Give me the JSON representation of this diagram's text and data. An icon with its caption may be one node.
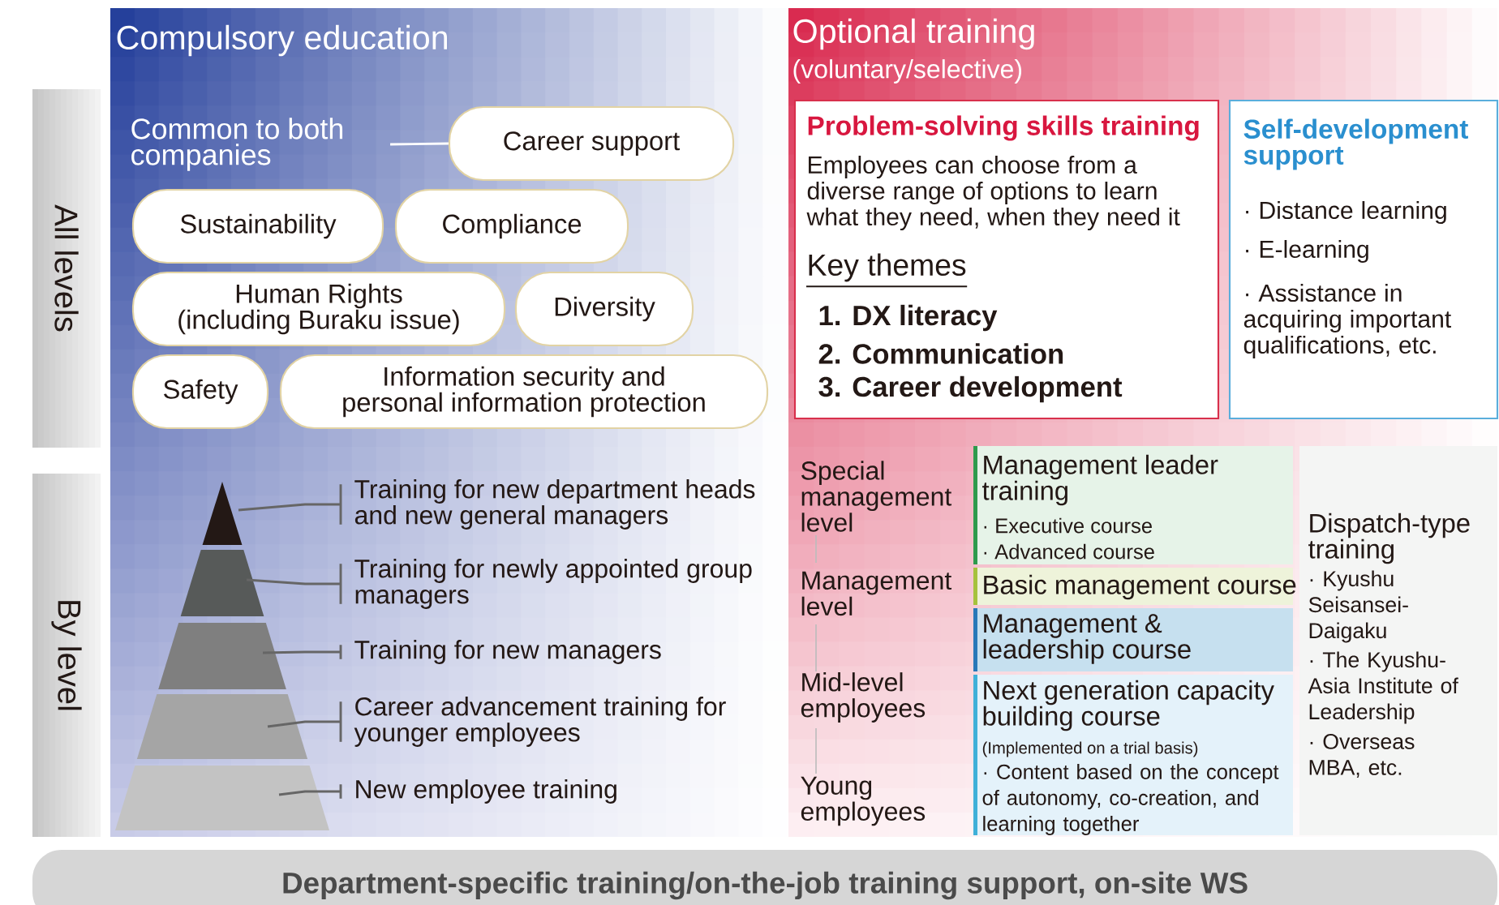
{
  "diagram": {
    "nodes": [
      {
        "text": [
          "All levels"
        ]
      },
      {
        "text": [
          "By level"
        ]
      },
      {
        "text": [
          "Compulsory education"
        ]
      },
      {
        "text": [
          "Common to both companies"
        ],
        "in": 2
      },
      {
        "text": [
          "Career support"
        ],
        "in": 2
      },
      {
        "text": [
          "Sustainability"
        ],
        "in": 2
      },
      {
        "text": [
          "Compliance"
        ],
        "in": 2
      },
      {
        "text": [
          "Human Rights (including Buraku issue)"
        ],
        "in": 2
      },
      {
        "text": [
          "Diversity"
        ],
        "in": 2
      },
      {
        "text": [
          "Safety"
        ],
        "in": 2
      },
      {
        "text": [
          "Information security and personal information protection"
        ],
        "in": 2
      },
      {
        "text": [],
        "shape": "triangle",
        "in": 2
      },
      {
        "text": [],
        "shape": "trapezoid",
        "in": 2
      },
      {
        "text": [],
        "shape": "trapezoid",
        "in": 2
      },
      {
        "text": [],
        "shape": "trapezoid",
        "in": 2
      },
      {
        "text": [],
        "shape": "trapezoid",
        "in": 2
      },
      {
        "text": [
          "Training for new department heads and new general managers"
        ],
        "in": 2
      },
      {
        "text": [
          "Training for newly appointed group managers"
        ],
        "in": 2
      },
      {
        "text": [
          "Training for new managers"
        ],
        "in": 2
      },
      {
        "text": [
          "Career advancement training for younger employees"
        ],
        "in": 2
      },
      {
        "text": [
          "New employee training"
        ],
        "in": 2
      },
      {
        "text": [
          "Optional training",
          "(voluntary/selective)"
        ]
      },
      {
        "text": [
          "Problem-solving skills training",
          "Employees can choose from a diverse range of options to learn what they need, when they need it",
          "Key themes",
          "1. DX literacy",
          "2. Communication",
          "3. Career development"
        ],
        "in": 21
      },
      {
        "text": [
          "Self-development support",
          "· Distance learning",
          "· E-learning",
          "· Assistance in acquiring important qualifications, etc."
        ],
        "in": 21
      },
      {
        "text": [
          "Management leader training",
          "· Executive course",
          "· Advanced course"
        ],
        "in": 21
      },
      {
        "text": [
          "Basic management course"
        ],
        "in": 21
      },
      {
        "text": [
          "Management & leadership course"
        ],
        "in": 21
      },
      {
        "text": [
          "Next generation capacity building course",
          "(Implemented on a trial basis)",
          "· Content based on the concept of autonomy, co-creation, and learning together"
        ],
        "in": 21
      },
      {
        "text": [
          "Dispatch-type training",
          "· Kyushu Seisansei-Daigaku",
          "· The Kyushu-Asia Institute of Leadership",
          "· Overseas MBA, etc."
        ],
        "in": 21
      },
      {
        "text": [
          "Department-specific training/on-the-job training support, on-site WS"
        ]
      }
    ],
    "edges": [
      {
        "from": 3,
        "to": 4,
        "arrow": "none",
        "color": "#ffffff"
      },
      {
        "from": 16,
        "to": 11,
        "arrow": "none"
      },
      {
        "from": 17,
        "to": 12,
        "arrow": "none"
      },
      {
        "from": 18,
        "to": 13,
        "arrow": "none"
      },
      {
        "from": 19,
        "to": 14,
        "arrow": "none"
      },
      {
        "from": 20,
        "to": 15,
        "arrow": "none"
      }
    ],
    "labels": [
      "Special management level",
      "Management level",
      "Mid-level employees",
      "Young employees"
    ]
  }
}
